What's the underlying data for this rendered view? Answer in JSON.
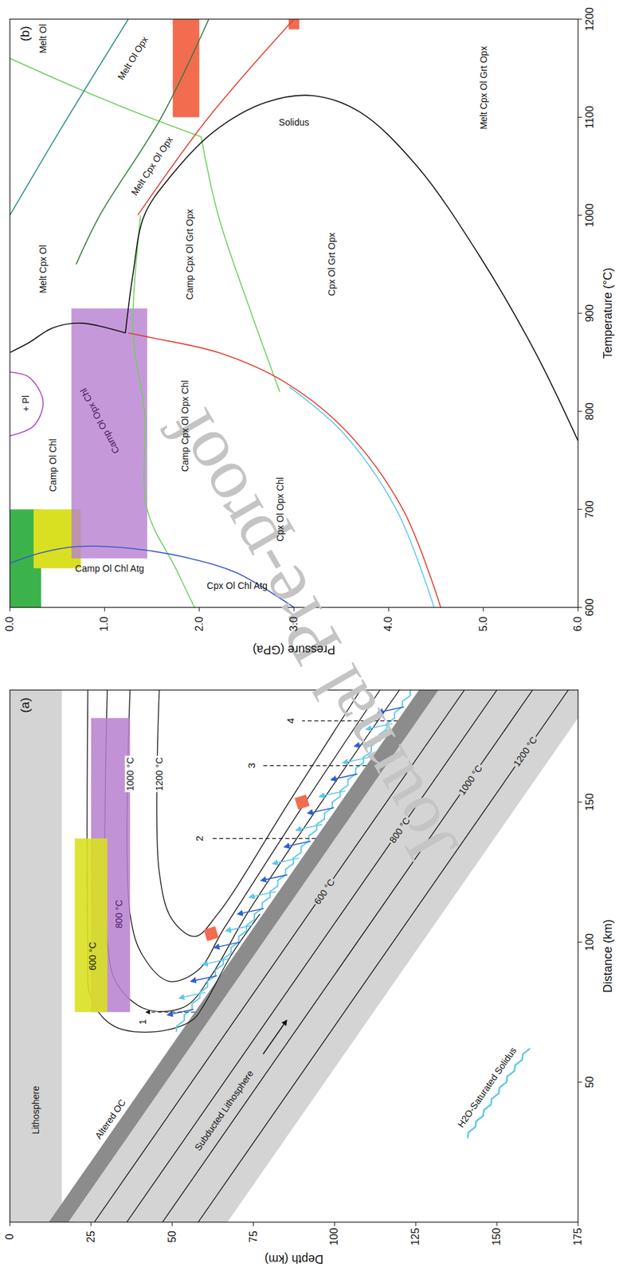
{
  "diagram": {
    "labels": [
      "Journal Pre-proof",
      "(a)",
      "Lithosphere",
      "600 °C",
      "800 °C",
      "1000 °C",
      "1200 °C",
      "Altered OC",
      "1",
      "2",
      "3",
      "4",
      "600 °C",
      "800 °C",
      "1000 °C",
      "1200 °C",
      "Subducted Lithosphere",
      "0",
      "25",
      "50",
      "75",
      "100",
      "125",
      "150",
      "175",
      "Depth (km)",
      "50",
      "100",
      "150",
      "Distance (km)",
      "(b)",
      "Melt Ol",
      "Melt Ol Opx",
      "Melt Cpx Ol Opx",
      "Melt Cpx Ol",
      "+ Pl",
      "Camp Ol Chl",
      "Camp Ol Chl Atg",
      "Camp Ol Opx Chl",
      "Cpx Ol Chl Atg",
      "Camp Cpx Ol Opx Chl",
      "Camp Cpx Ol Grt Opx",
      "Cpx Ol Opx Chl",
      "Cpx Ol Grt Opx",
      "Solidus",
      "Melt Cpx Ol Grt Opx",
      "0.0",
      "1.0",
      "2.0",
      "3.0",
      "4.0",
      "5.0",
      "6.0",
      "Pressure (GPa)",
      "600",
      "700",
      "800",
      "900",
      "1000",
      "1100",
      "1200",
      "Temperature (°C)"
    ],
    "legend": [
      {
        "text": "H2O-Saturated Solidus"
      }
    ]
  }
}
